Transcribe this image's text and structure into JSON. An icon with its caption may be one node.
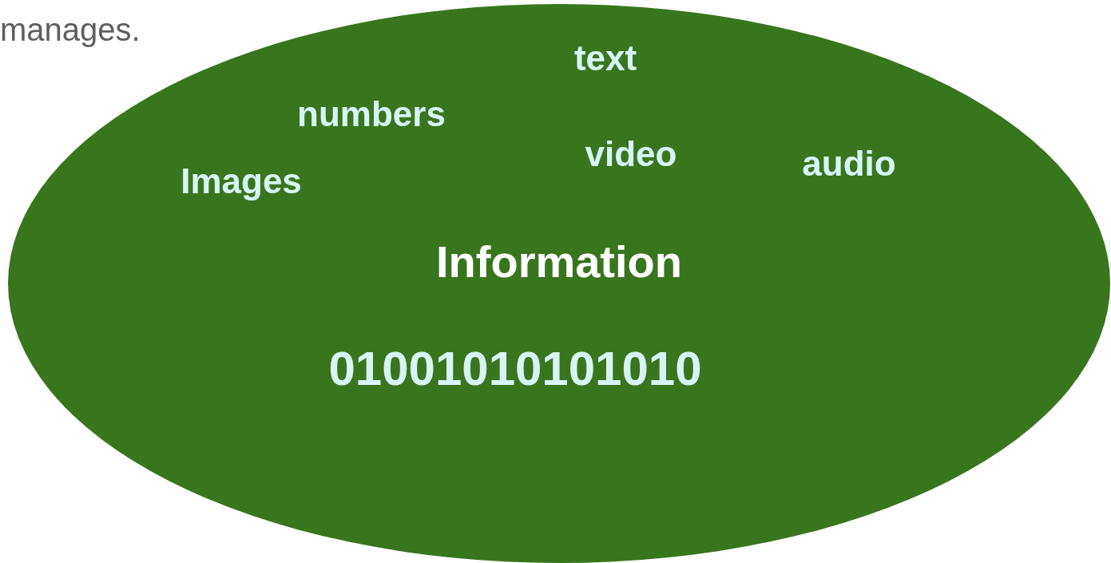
{
  "diagram": {
    "nodes": [
      {
        "text": [
          "text",
          "numbers",
          "video",
          "audio",
          "Images",
          "Information",
          "01001010101010"
        ]
      }
    ],
    "labels": [
      "manages."
    ]
  }
}
